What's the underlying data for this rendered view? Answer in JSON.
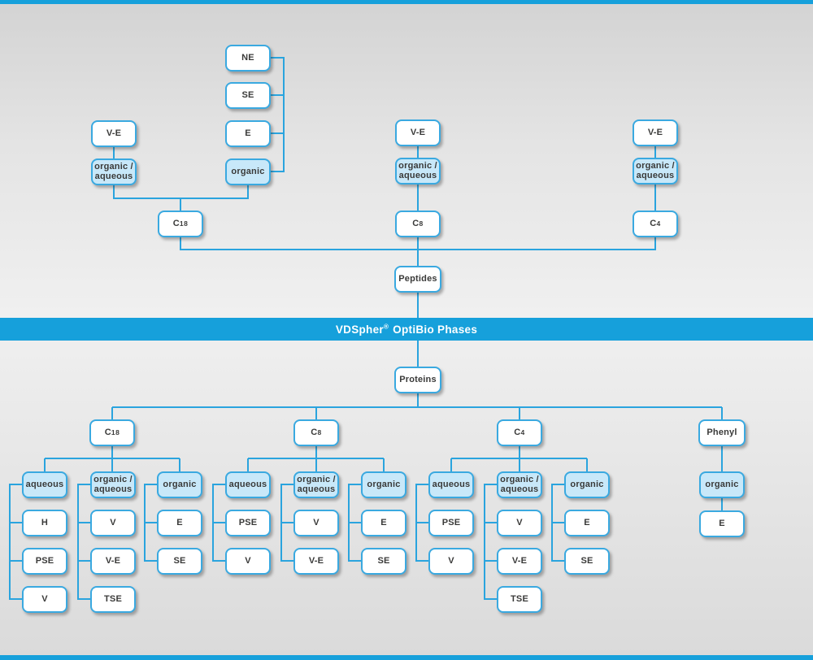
{
  "banner": {
    "brand": "VDSpher",
    "reg": "®",
    "rest": "OptiBio Phases"
  },
  "colors": {
    "accent_blue": "#16A0DB",
    "line_blue": "#2AA4DE",
    "border_blue": "#3AA9E0",
    "box_fill": "#FFFFFF",
    "box_fill_highlight": "#C8E8F9",
    "text": "#3A3A39",
    "background_top": "#D3D3D3",
    "background_mid": "#F0F0F0",
    "background_bottom": "#DADADA"
  },
  "sections": {
    "top_root": "Peptides",
    "bottom_root": "Proteins",
    "top_phases": [
      "C18",
      "C8",
      "C4"
    ],
    "bottom_phases": [
      "C18",
      "C8",
      "C4",
      "Phenyl"
    ]
  },
  "nodes": [
    {
      "id": "t_ne",
      "label": [
        "NE"
      ],
      "fill": "white"
    },
    {
      "id": "t_se",
      "label": [
        "SE"
      ],
      "fill": "white"
    },
    {
      "id": "t_e",
      "label": [
        "E"
      ],
      "fill": "white"
    },
    {
      "id": "t_organic",
      "label": [
        "organic"
      ],
      "fill": "blue"
    },
    {
      "id": "t_ve1",
      "label": [
        "V-E"
      ],
      "fill": "white"
    },
    {
      "id": "t_oa1",
      "label": [
        "organic /",
        "aqueous"
      ],
      "fill": "blue"
    },
    {
      "id": "t_c18",
      "chem": {
        "main": "C",
        "sub": "18"
      },
      "fill": "white"
    },
    {
      "id": "t_ve2",
      "label": [
        "V-E"
      ],
      "fill": "white"
    },
    {
      "id": "t_oa2",
      "label": [
        "organic /",
        "aqueous"
      ],
      "fill": "blue"
    },
    {
      "id": "t_c8",
      "chem": {
        "main": "C",
        "sub": "8"
      },
      "fill": "white"
    },
    {
      "id": "t_ve3",
      "label": [
        "V-E"
      ],
      "fill": "white"
    },
    {
      "id": "t_oa3",
      "label": [
        "organic /",
        "aqueous"
      ],
      "fill": "blue"
    },
    {
      "id": "t_c4",
      "chem": {
        "main": "C",
        "sub": "4"
      },
      "fill": "white"
    },
    {
      "id": "peptides",
      "label": [
        "Peptides"
      ],
      "fill": "white"
    },
    {
      "id": "proteins",
      "label": [
        "Proteins"
      ],
      "fill": "white"
    },
    {
      "id": "b_c18",
      "chem": {
        "main": "C",
        "sub": "18"
      },
      "fill": "white"
    },
    {
      "id": "b_c8",
      "chem": {
        "main": "C",
        "sub": "8"
      },
      "fill": "white"
    },
    {
      "id": "b_c4",
      "chem": {
        "main": "C",
        "sub": "4"
      },
      "fill": "white"
    },
    {
      "id": "b_phenyl",
      "label": [
        "Phenyl"
      ],
      "fill": "white"
    },
    {
      "id": "b_c18_aq",
      "label": [
        "aqueous"
      ],
      "fill": "blue"
    },
    {
      "id": "b_c18_oa",
      "label": [
        "organic /",
        "aqueous"
      ],
      "fill": "blue"
    },
    {
      "id": "b_c18_or",
      "label": [
        "organic"
      ],
      "fill": "blue"
    },
    {
      "id": "b_c18_aq1",
      "label": [
        "H"
      ],
      "fill": "white"
    },
    {
      "id": "b_c18_aq2",
      "label": [
        "PSE"
      ],
      "fill": "white"
    },
    {
      "id": "b_c18_aq3",
      "label": [
        "V"
      ],
      "fill": "white"
    },
    {
      "id": "b_c18_oa1",
      "label": [
        "V"
      ],
      "fill": "white"
    },
    {
      "id": "b_c18_oa2",
      "label": [
        "V-E"
      ],
      "fill": "white"
    },
    {
      "id": "b_c18_oa3",
      "label": [
        "TSE"
      ],
      "fill": "white"
    },
    {
      "id": "b_c18_or1",
      "label": [
        "E"
      ],
      "fill": "white"
    },
    {
      "id": "b_c18_or2",
      "label": [
        "SE"
      ],
      "fill": "white"
    },
    {
      "id": "b_c8_aq",
      "label": [
        "aqueous"
      ],
      "fill": "blue"
    },
    {
      "id": "b_c8_oa",
      "label": [
        "organic /",
        "aqueous"
      ],
      "fill": "blue"
    },
    {
      "id": "b_c8_or",
      "label": [
        "organic"
      ],
      "fill": "blue"
    },
    {
      "id": "b_c8_aq1",
      "label": [
        "PSE"
      ],
      "fill": "white"
    },
    {
      "id": "b_c8_aq2",
      "label": [
        "V"
      ],
      "fill": "white"
    },
    {
      "id": "b_c8_oa1",
      "label": [
        "V"
      ],
      "fill": "white"
    },
    {
      "id": "b_c8_oa2",
      "label": [
        "V-E"
      ],
      "fill": "white"
    },
    {
      "id": "b_c8_or1",
      "label": [
        "E"
      ],
      "fill": "white"
    },
    {
      "id": "b_c8_or2",
      "label": [
        "SE"
      ],
      "fill": "white"
    },
    {
      "id": "b_c4_aq",
      "label": [
        "aqueous"
      ],
      "fill": "blue"
    },
    {
      "id": "b_c4_oa",
      "label": [
        "organic /",
        "aqueous"
      ],
      "fill": "blue"
    },
    {
      "id": "b_c4_or",
      "label": [
        "organic"
      ],
      "fill": "blue"
    },
    {
      "id": "b_c4_aq1",
      "label": [
        "PSE"
      ],
      "fill": "white"
    },
    {
      "id": "b_c4_aq2",
      "label": [
        "V"
      ],
      "fill": "white"
    },
    {
      "id": "b_c4_oa1",
      "label": [
        "V"
      ],
      "fill": "white"
    },
    {
      "id": "b_c4_oa2",
      "label": [
        "V-E"
      ],
      "fill": "white"
    },
    {
      "id": "b_c4_oa3",
      "label": [
        "TSE"
      ],
      "fill": "white"
    },
    {
      "id": "b_c4_or1",
      "label": [
        "E"
      ],
      "fill": "white"
    },
    {
      "id": "b_c4_or2",
      "label": [
        "SE"
      ],
      "fill": "white"
    },
    {
      "id": "b_ph_or",
      "label": [
        "organic"
      ],
      "fill": "blue"
    },
    {
      "id": "b_ph_e",
      "label": [
        "E"
      ],
      "fill": "white"
    }
  ]
}
